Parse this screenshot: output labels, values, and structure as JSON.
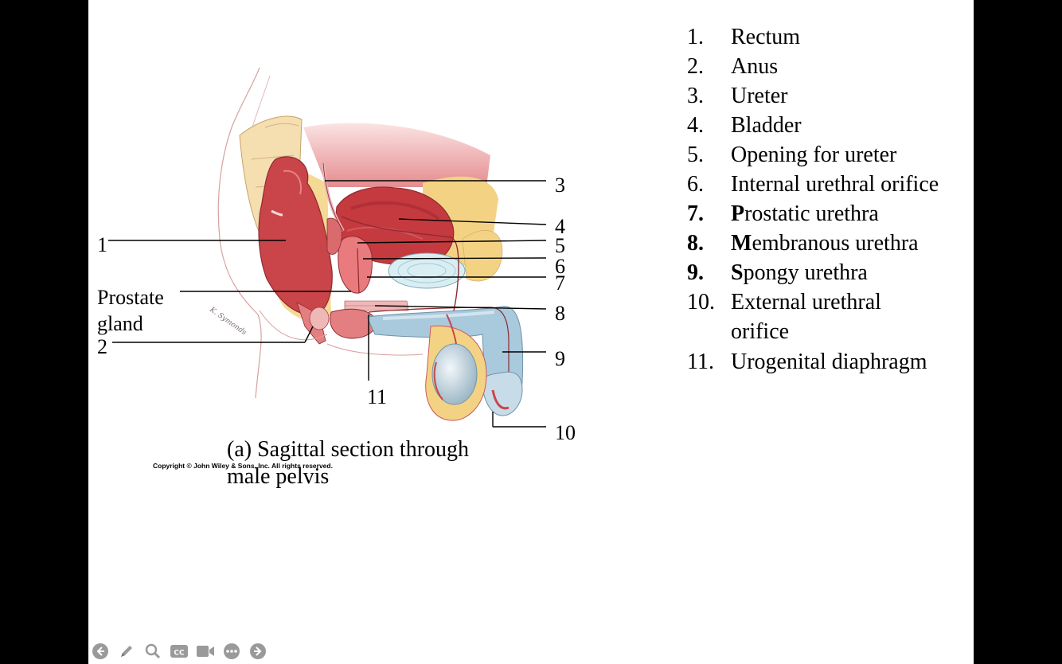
{
  "figure": {
    "callouts": {
      "n1": "1",
      "n2": "2",
      "n3": "3",
      "n4": "4",
      "n5": "5",
      "n6": "6",
      "n7": "7",
      "n8": "8",
      "n9": "9",
      "n10": "10",
      "n11": "11",
      "prostate_line1": "Prostate",
      "prostate_line2": "gland"
    },
    "caption_line1": "(a)  Sagittal section through",
    "caption_line2": "male pelvis",
    "copyright": "Copyright © John Wiley & Sons, Inc. All rights reserved.",
    "signature": "K. Symonds"
  },
  "legend": [
    {
      "num": "1.",
      "first": "",
      "rest": "Rectum",
      "bold": false
    },
    {
      "num": "2.",
      "first": "",
      "rest": "Anus",
      "bold": false
    },
    {
      "num": "3.",
      "first": "",
      "rest": "Ureter",
      "bold": false
    },
    {
      "num": "4.",
      "first": "",
      "rest": "Bladder",
      "bold": false
    },
    {
      "num": "5.",
      "first": "",
      "rest": "Opening for ureter",
      "bold": false
    },
    {
      "num": "6.",
      "first": "",
      "rest": "Internal urethral orifice",
      "bold": false
    },
    {
      "num": "7.",
      "first": "P",
      "rest": "rostatic urethra",
      "bold": true
    },
    {
      "num": "8.",
      "first": "M",
      "rest": "embranous urethra",
      "bold": true
    },
    {
      "num": "9.",
      "first": "S",
      "rest": "pongy urethra",
      "bold": true
    },
    {
      "num": "10.",
      "first": "",
      "rest": "External urethral",
      "bold": false
    },
    {
      "num": "",
      "first": "",
      "rest": "orifice",
      "bold": false
    },
    {
      "num": "11.",
      "first": "",
      "rest": "Urogenital diaphragm",
      "bold": false
    }
  ],
  "toolbar": {
    "icons": [
      "previous-icon",
      "pen-icon",
      "zoom-icon",
      "captions-icon",
      "video-icon",
      "more-icon",
      "next-icon"
    ]
  },
  "colors": {
    "background": "#000000",
    "slide": "#ffffff",
    "tissue_red": "#c9454a",
    "tissue_pink": "#eda6a6",
    "fat_yellow": "#f0cd75",
    "urethra_blue": "#a9c9dd",
    "toolbar_icon": "#9a9a9a"
  }
}
